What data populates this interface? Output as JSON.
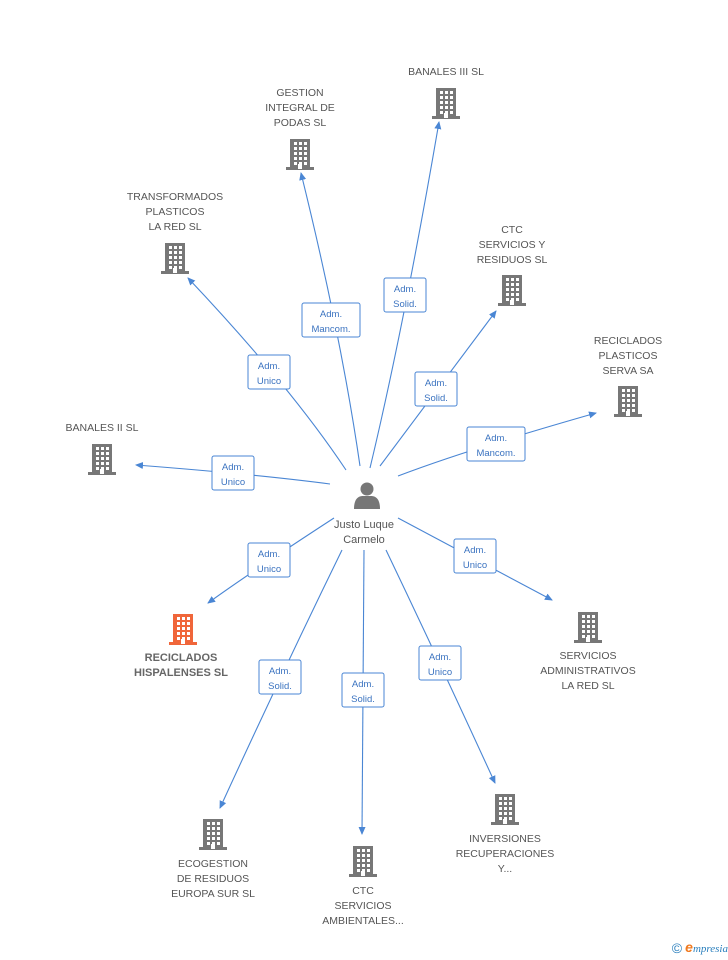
{
  "center": {
    "name_lines": [
      "Justo Luque",
      "Carmelo"
    ],
    "icon": "person-icon"
  },
  "colors": {
    "edge": "#4a86d4",
    "building": "#777777",
    "highlight": "#f0663a"
  },
  "companies": [
    {
      "id": "banales-iii",
      "label_lines": [
        "BANALES III SL"
      ],
      "role_lines": [
        "Adm.",
        "Solid."
      ],
      "icon": "building-icon",
      "highlight": false
    },
    {
      "id": "gestion-integral",
      "label_lines": [
        "GESTION",
        "INTEGRAL DE",
        "PODAS SL"
      ],
      "role_lines": [
        "Adm.",
        "Mancom."
      ],
      "icon": "building-icon",
      "highlight": false
    },
    {
      "id": "transformados",
      "label_lines": [
        "TRANSFORMADOS",
        "PLASTICOS",
        "LA RED SL"
      ],
      "role_lines": [
        "Adm.",
        "Unico"
      ],
      "icon": "building-icon",
      "highlight": false
    },
    {
      "id": "ctc-servicios-residuos",
      "label_lines": [
        "CTC",
        "SERVICIOS Y",
        "RESIDUOS  SL"
      ],
      "role_lines": [
        "Adm.",
        "Solid."
      ],
      "icon": "building-icon",
      "highlight": false
    },
    {
      "id": "reciclados-plasticos",
      "label_lines": [
        "RECICLADOS",
        "PLASTICOS",
        "SERVA SA"
      ],
      "role_lines": [
        "Adm.",
        "Mancom."
      ],
      "icon": "building-icon",
      "highlight": false
    },
    {
      "id": "banales-ii",
      "label_lines": [
        "BANALES II SL"
      ],
      "role_lines": [
        "Adm.",
        "Unico"
      ],
      "icon": "building-icon",
      "highlight": false
    },
    {
      "id": "reciclados-hispalenses",
      "label_lines": [
        "RECICLADOS",
        "HISPALENSES SL"
      ],
      "role_lines": [
        "Adm.",
        "Unico"
      ],
      "icon": "building-icon",
      "highlight": true
    },
    {
      "id": "servicios-administrativos",
      "label_lines": [
        "SERVICIOS",
        "ADMINISTRATIVOS",
        "LA RED SL"
      ],
      "role_lines": [
        "Adm.",
        "Unico"
      ],
      "icon": "building-icon",
      "highlight": false
    },
    {
      "id": "ecogestion",
      "label_lines": [
        "ECOGESTION",
        "DE RESIDUOS",
        "EUROPA SUR SL"
      ],
      "role_lines": [
        "Adm.",
        "Solid."
      ],
      "icon": "building-icon",
      "highlight": false
    },
    {
      "id": "ctc-servicios-ambientales",
      "label_lines": [
        "CTC",
        "SERVICIOS",
        "AMBIENTALES..."
      ],
      "role_lines": [
        "Adm.",
        "Solid."
      ],
      "icon": "building-icon",
      "highlight": false
    },
    {
      "id": "inversiones",
      "label_lines": [
        "INVERSIONES",
        "RECUPERACIONES",
        "Y..."
      ],
      "role_lines": [
        "Adm.",
        "Unico"
      ],
      "icon": "building-icon",
      "highlight": false
    }
  ],
  "footer": {
    "copyright": "©",
    "brand_initial": "e",
    "brand_rest": "mpresia"
  }
}
